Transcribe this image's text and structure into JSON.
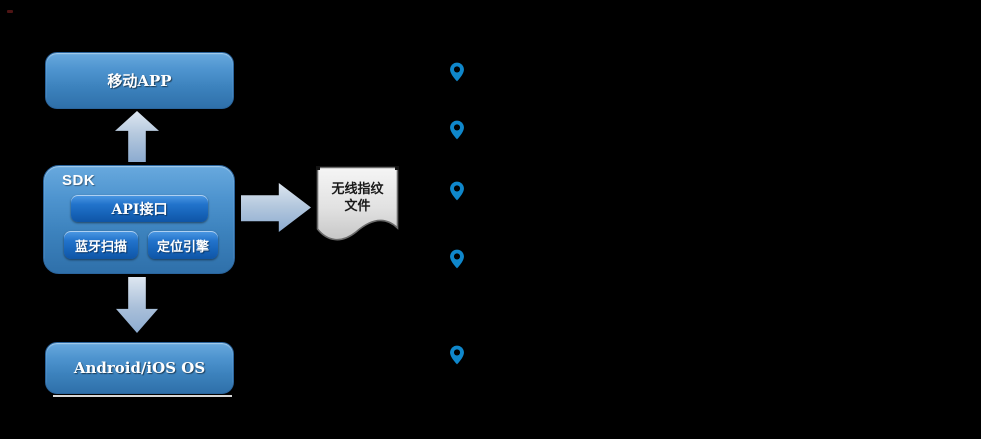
{
  "diagram": {
    "app_box": {
      "label": "移动APP"
    },
    "sdk_box": {
      "label": "SDK",
      "buttons": [
        {
          "label": "API接口"
        },
        {
          "label": "蓝牙扫描"
        },
        {
          "label": "定位引擎"
        }
      ]
    },
    "os_box": {
      "label": "Android/iOS OS"
    },
    "document": {
      "line1": "无线指纹",
      "line2": "文件"
    },
    "arrows": [
      {
        "icon": "arrow-up-icon",
        "from": "SDK",
        "to": "移动APP"
      },
      {
        "icon": "arrow-down-icon",
        "from": "SDK",
        "to": "Android/iOS OS"
      },
      {
        "icon": "arrow-right-icon",
        "from": "SDK",
        "to": "无线指纹文件"
      }
    ],
    "pins": {
      "icon": "location-pin-icon",
      "count": 5
    }
  },
  "colors": {
    "background": "#000000",
    "box_blue_top": "#68a9de",
    "box_blue_bottom": "#2f70aa",
    "button_blue_top": "#2273cb",
    "button_blue_bottom": "#0f55a6",
    "arrow_fill_top": "#dde6f0",
    "arrow_fill_bottom": "#8cabd0",
    "pin_blue": "#0f87cb",
    "document_fill": "#e2e2e2",
    "document_border": "#6a6a6a",
    "text_white": "#ffffff",
    "text_black": "#1a1a1a"
  }
}
